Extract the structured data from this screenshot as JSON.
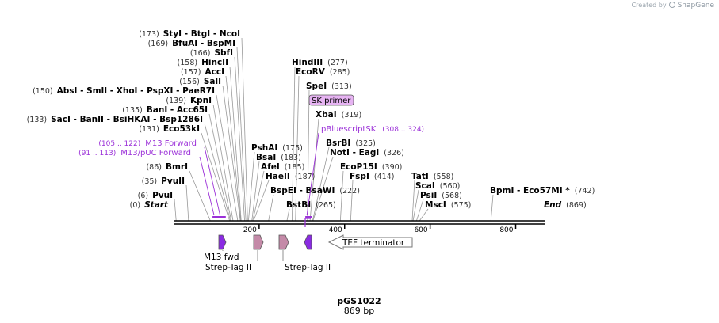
{
  "branding": {
    "created_by": "Created by",
    "app_name": "SnapGene",
    "logo_icon": "snapgene-logo-icon"
  },
  "plasmid": {
    "name": "pGS1022",
    "length_label": "869 bp",
    "length": 869
  },
  "colors": {
    "site_text": "#000000",
    "number_text": "#333333",
    "leader_line": "#999999",
    "primer": "#9b30d8",
    "primer_label_bg": "#e6b3f2",
    "strep_tag": "#c48aa8",
    "m13_feature": "#8a2be2",
    "terminator": "#ffffff",
    "axis": "#000000"
  },
  "axis_ticks": [
    {
      "pos": 200,
      "label": "200"
    },
    {
      "pos": 400,
      "label": "400"
    },
    {
      "pos": 600,
      "label": "600"
    },
    {
      "pos": 800,
      "label": "800"
    }
  ],
  "sites": [
    {
      "pos": 0,
      "text": "Start",
      "italic": true,
      "enzymes": [],
      "number": "(0)"
    },
    {
      "pos": 6,
      "text": "PvuI",
      "enzymes": [
        "PvuI"
      ],
      "number": "(6)"
    },
    {
      "pos": 35,
      "text": "PvuII",
      "enzymes": [
        "PvuII"
      ],
      "number": "(35)"
    },
    {
      "pos": 86,
      "text": "BmrI",
      "enzymes": [
        "BmrI"
      ],
      "number": "(86)"
    },
    {
      "pos": 131,
      "text": "Eco53kI",
      "enzymes": [
        "Eco53kI"
      ],
      "number": "(131)"
    },
    {
      "pos": 133,
      "text": "SacI - BanII - BsiHKAI - Bsp1286I",
      "enzymes": [
        "SacI",
        "BanII",
        "BsiHKAI",
        "Bsp1286I"
      ],
      "number": "(133)"
    },
    {
      "pos": 135,
      "text": "BanI - Acc65I",
      "enzymes": [
        "BanI",
        "Acc65I"
      ],
      "number": "(135)"
    },
    {
      "pos": 139,
      "text": "KpnI",
      "enzymes": [
        "KpnI"
      ],
      "number": "(139)"
    },
    {
      "pos": 150,
      "text": "AbsI - SmlI - XhoI - PspXI - PaeR7I",
      "enzymes": [
        "AbsI",
        "SmlI",
        "XhoI",
        "PspXI",
        "PaeR7I"
      ],
      "number": "(150)"
    },
    {
      "pos": 156,
      "text": "SalI",
      "enzymes": [
        "SalI"
      ],
      "number": "(156)"
    },
    {
      "pos": 157,
      "text": "AccI",
      "enzymes": [
        "AccI"
      ],
      "number": "(157)"
    },
    {
      "pos": 158,
      "text": "HincII",
      "enzymes": [
        "HincII"
      ],
      "number": "(158)"
    },
    {
      "pos": 166,
      "text": "SbfI",
      "enzymes": [
        "SbfI"
      ],
      "number": "(166)"
    },
    {
      "pos": 169,
      "text": "BfuAI - BspMI",
      "enzymes": [
        "BfuAI",
        "BspMI"
      ],
      "number": "(169)"
    },
    {
      "pos": 173,
      "text": "StyI - BtgI - NcoI",
      "enzymes": [
        "StyI",
        "BtgI",
        "NcoI"
      ],
      "number": "(173)"
    },
    {
      "pos": 175,
      "text": "PshAI",
      "enzymes": [
        "PshAI"
      ],
      "number": "(175)"
    },
    {
      "pos": 183,
      "text": "BsaI",
      "enzymes": [
        "BsaI"
      ],
      "number": "(183)"
    },
    {
      "pos": 185,
      "text": "AfeI",
      "enzymes": [
        "AfeI"
      ],
      "number": "(185)"
    },
    {
      "pos": 187,
      "text": "HaeII",
      "enzymes": [
        "HaeII"
      ],
      "number": "(187)"
    },
    {
      "pos": 265,
      "text": "BstBI",
      "enzymes": [
        "BstBI"
      ],
      "number": "(265)"
    },
    {
      "pos": 222,
      "text": "BspEI - BsaWI",
      "enzymes": [
        "BspEI",
        "BsaWI"
      ],
      "number": "(222)"
    },
    {
      "pos": 277,
      "text": "HindIII",
      "enzymes": [
        "HindIII"
      ],
      "number": "(277)"
    },
    {
      "pos": 285,
      "text": "EcoRV",
      "enzymes": [
        "EcoRV"
      ],
      "number": "(285)"
    },
    {
      "pos": 313,
      "text": "SpeI",
      "enzymes": [
        "SpeI"
      ],
      "number": "(313)"
    },
    {
      "pos": 319,
      "text": "XbaI",
      "enzymes": [
        "XbaI"
      ],
      "number": "(319)"
    },
    {
      "pos": 325,
      "text": "BsrBI",
      "enzymes": [
        "BsrBI"
      ],
      "number": "(325)"
    },
    {
      "pos": 326,
      "text": "NotI - EagI",
      "enzymes": [
        "NotI",
        "EagI"
      ],
      "number": "(326)"
    },
    {
      "pos": 390,
      "text": "EcoP15I",
      "enzymes": [
        "EcoP15I"
      ],
      "number": "(390)"
    },
    {
      "pos": 414,
      "text": "FspI",
      "enzymes": [
        "FspI"
      ],
      "number": "(414)"
    },
    {
      "pos": 558,
      "text": "TatI",
      "enzymes": [
        "TatI"
      ],
      "number": "(558)"
    },
    {
      "pos": 560,
      "text": "ScaI",
      "enzymes": [
        "ScaI"
      ],
      "number": "(560)"
    },
    {
      "pos": 568,
      "text": "PsiI",
      "enzymes": [
        "PsiI"
      ],
      "number": "(568)"
    },
    {
      "pos": 575,
      "text": "MscI",
      "enzymes": [
        "MscI"
      ],
      "number": "(575)"
    },
    {
      "pos": 742,
      "text": "BpmI - Eco57MI *",
      "enzymes": [
        "BpmI",
        "Eco57MI *"
      ],
      "number": "(742)"
    },
    {
      "pos": 869,
      "text": "End",
      "italic": true,
      "enzymes": [],
      "number": "(869)"
    }
  ],
  "primers": [
    {
      "name": "M13 Forward",
      "range": "(105 .. 122)",
      "start": 105,
      "end": 122
    },
    {
      "name": "M13/pUC Forward",
      "range": "(91 .. 113)",
      "start": 91,
      "end": 113
    },
    {
      "name": "pBluescriptSK",
      "range": "(308 .. 324)",
      "start": 308,
      "end": 324
    },
    {
      "name": "SK primer",
      "boxed": true,
      "start": 305,
      "end": 322
    }
  ],
  "features": [
    {
      "name": "M13 fwd",
      "start": 105,
      "end": 122,
      "direction": "forward",
      "type": "m13"
    },
    {
      "name": "Strep-Tag II",
      "start": 187,
      "end": 210,
      "direction": "forward",
      "type": "strep"
    },
    {
      "name": "Strep-Tag II",
      "start": 243,
      "end": 266,
      "direction": "forward",
      "type": "strep"
    },
    {
      "name": "",
      "start": 304,
      "end": 322,
      "direction": "both",
      "type": "m13"
    },
    {
      "name": "TEF terminator",
      "start": 364,
      "end": 568,
      "direction": "reverse",
      "type": "terminator"
    }
  ]
}
